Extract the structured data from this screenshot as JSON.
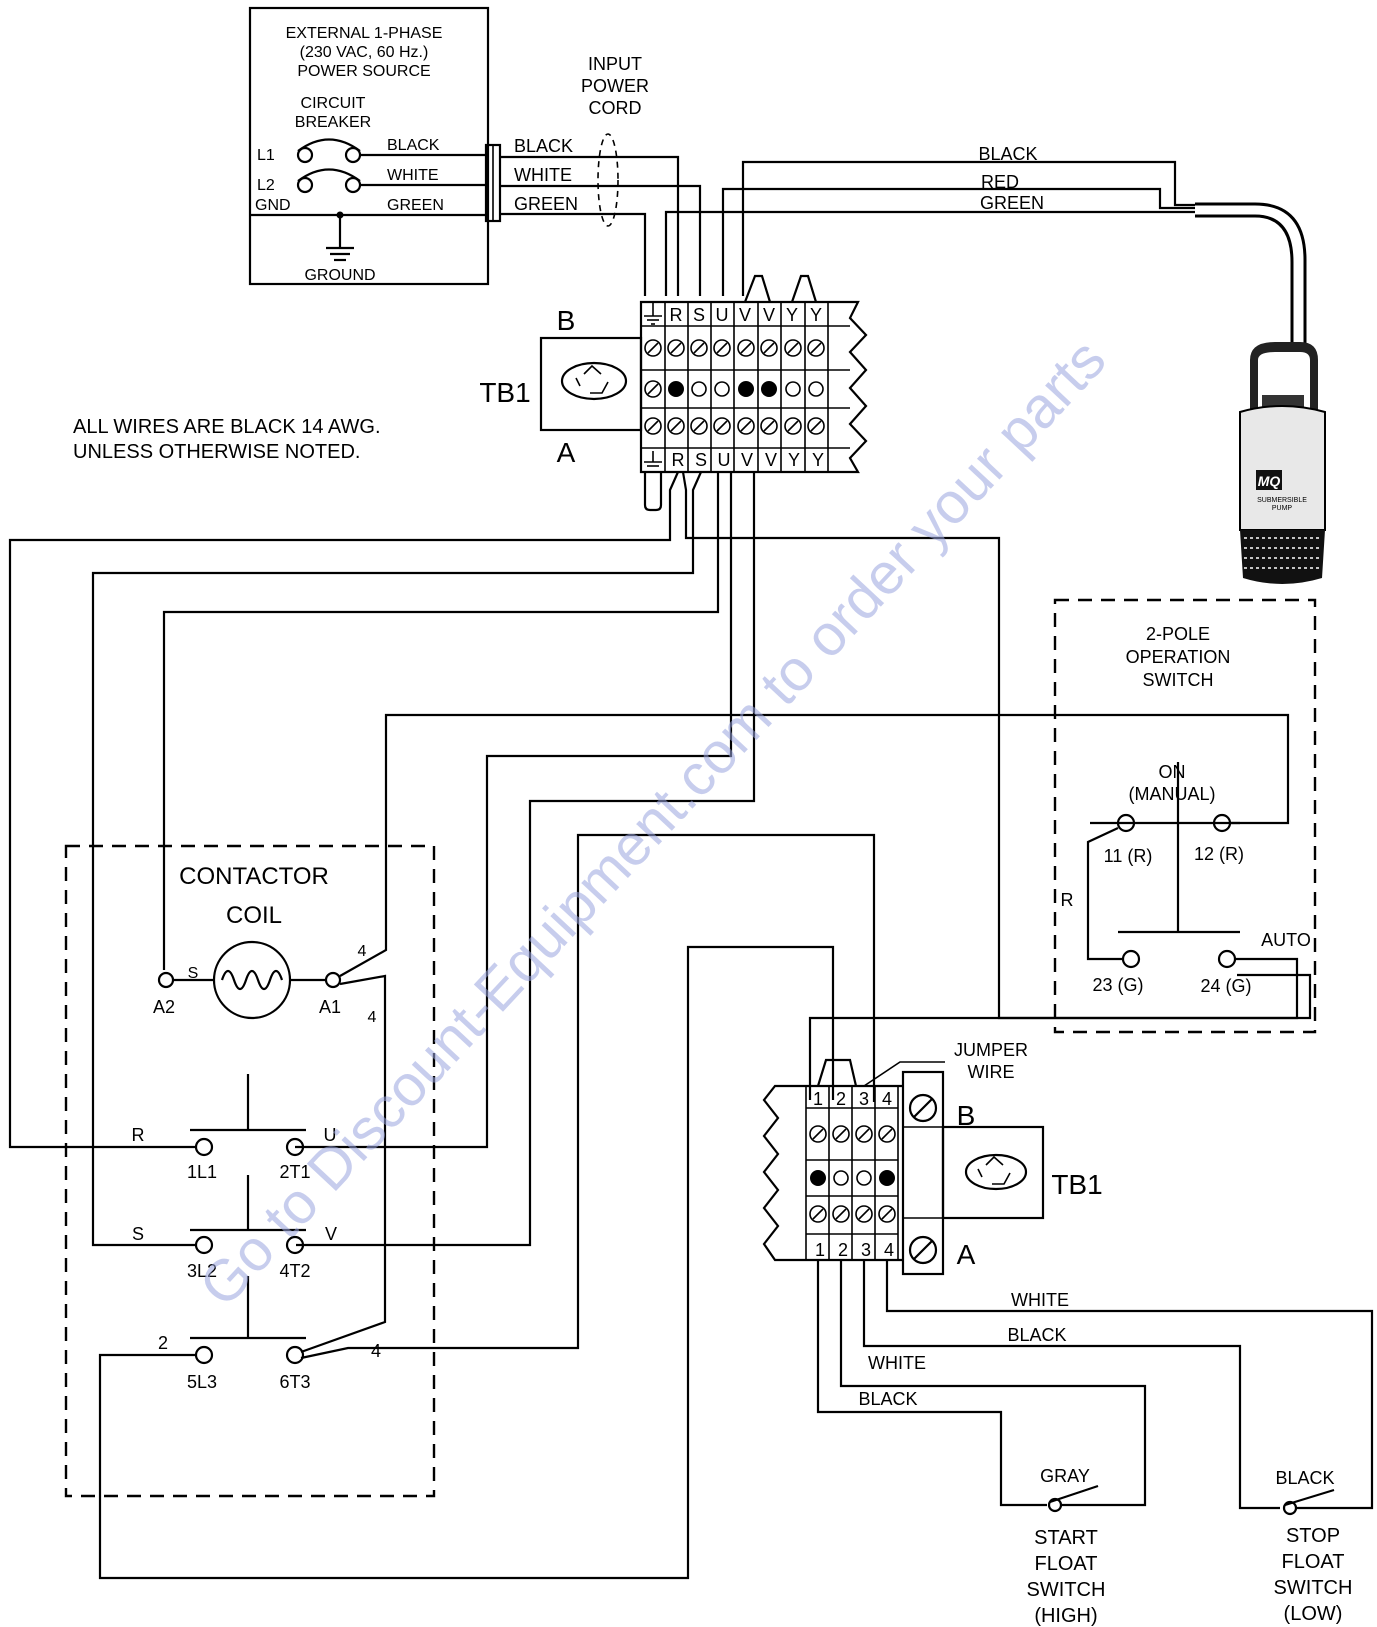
{
  "power_source": {
    "title_lines": [
      "EXTERNAL 1-PHASE",
      "(230 VAC, 60 Hz.)",
      "POWER SOURCE"
    ],
    "breaker_lines": [
      "CIRCUIT",
      "BREAKER"
    ],
    "l1": "L1",
    "l2": "L2",
    "gnd": "GND",
    "black": "BLACK",
    "white": "WHITE",
    "green": "GREEN",
    "ground": "GROUND"
  },
  "input_cord": {
    "lines": [
      "INPUT",
      "POWER",
      "CORD"
    ],
    "black": "BLACK",
    "white": "WHITE",
    "green": "GREEN"
  },
  "pump_cable": {
    "black": "BLACK",
    "red": "RED",
    "green": "GREEN"
  },
  "pump": {
    "brand": "MQ",
    "caption_lines": [
      "SUBMERSIBLE",
      "PUMP"
    ]
  },
  "tb1_top": {
    "name": "TB1",
    "side_b": "B",
    "side_a": "A",
    "terminals": [
      "R",
      "S",
      "U",
      "V",
      "V",
      "Y",
      "Y"
    ]
  },
  "note_lines": [
    "ALL WIRES ARE BLACK 14 AWG.",
    "UNLESS OTHERWISE NOTED."
  ],
  "contactor": {
    "title_lines": [
      "CONTACTOR",
      "COIL"
    ],
    "a2": "A2",
    "a1": "A1",
    "s": "S",
    "num4a": "4",
    "num4b": "4",
    "r": "R",
    "u": "U",
    "s2": "S",
    "v": "V",
    "two": "2",
    "four": "4",
    "l1": "1L1",
    "t1": "2T1",
    "l2": "3L2",
    "t2": "4T2",
    "l3": "5L3",
    "t3": "6T3"
  },
  "operation_switch": {
    "title_lines": [
      "2-POLE",
      "OPERATION",
      "SWITCH"
    ],
    "on": "ON",
    "manual": "(MANUAL)",
    "t11": "11 (R)",
    "t12": "12 (R)",
    "r": "R",
    "auto": "AUTO",
    "t23": "23 (G)",
    "t24": "24 (G)"
  },
  "tb1_bottom": {
    "name": "TB1",
    "side_b": "B",
    "side_a": "A",
    "terminals": [
      "1",
      "2",
      "3",
      "4"
    ],
    "jumper_lines": [
      "JUMPER",
      "WIRE"
    ]
  },
  "float_wires": {
    "w1": "WHITE",
    "w2": "BLACK",
    "w3": "WHITE",
    "w4": "BLACK"
  },
  "start_float": {
    "color": "GRAY",
    "lines": [
      "START",
      "FLOAT",
      "SWITCH",
      "(HIGH)"
    ]
  },
  "stop_float": {
    "color": "BLACK",
    "lines": [
      "STOP",
      "FLOAT",
      "SWITCH",
      "(LOW)"
    ]
  },
  "watermark": "Go to Discount-Equipment.com to order your parts"
}
